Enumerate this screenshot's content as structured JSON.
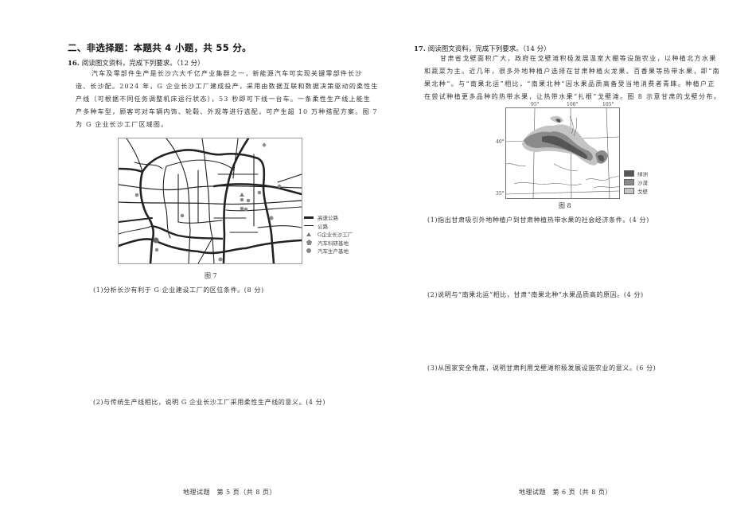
{
  "left_page": {
    "section_title": "二、非选择题：本题共 4 小题，共 55 分。",
    "q16": {
      "number": "16.",
      "prompt": "阅读图文资料，完成下列要求。（12 分）",
      "paragraph_lines": [
        "汽车及零部件生产是长沙六大千亿产业集群之一，新能源汽车可实现关键零部件长沙",
        "造、长沙配。2024 年，G 企业长沙工厂建成投产，采用由数据互联和数据决策驱动的柔性生",
        "产线（可根据不同任务调整机床运行状态），53 秒即可下线一台车。一条柔性生产线上能生",
        "产多种车型，顾客可对车辆内饰、轮毂、外观等进行选配，可产生超 10 万种搭配方案。图 7",
        "为 G 企业长沙工厂区域图。"
      ],
      "figure_caption": "图 7",
      "legend": [
        {
          "icon": "expressway-line-icon",
          "label": "高速公路"
        },
        {
          "icon": "road-line-icon",
          "label": "公路"
        },
        {
          "icon": "triangle-icon",
          "label": "G企业长沙工厂"
        },
        {
          "icon": "pentagon-icon",
          "label": "汽车科研基地"
        },
        {
          "icon": "circle-icon",
          "label": "汽车生产基地"
        }
      ],
      "sub_questions": [
        "(1)分析长沙有利于 G 企业建设工厂的区位条件。(8 分)",
        "(2)与传统生产线相比，说明 G 企业长沙工厂采用柔性生产线的意义。(4 分)"
      ]
    },
    "footer": "地理试题　第 5 页（共 8 页）"
  },
  "right_page": {
    "q17": {
      "number": "17.",
      "prompt": "阅读图文资料，完成下列要求。（14 分）",
      "paragraph_lines": [
        "甘肃省戈壁面积广大，政府在戈壁滩积极发展温室大棚等设施农业，以种植北方水果",
        "和蔬菜为主。近几年，很多外地种植户选择在甘肃种植火龙果、百香果等热带水果，即“南",
        "果北种”。与“南果北运”相比，“南果北种”因水果品质高备受当地消费者青睐。种植户正",
        "在尝试种植更多品种的热带水果，让热带水果“扎根”戈壁滩。图 8 示意甘肃的戈壁分布。"
      ],
      "figure_caption": "图 8",
      "map_ticks": {
        "lon": [
          "95°",
          "100°",
          "105°"
        ],
        "lat": [
          "40°",
          "35°"
        ]
      },
      "legend": [
        {
          "label": "绿洲",
          "color": "#555555"
        },
        {
          "label": "沙漠",
          "color": "#8a8a8a"
        },
        {
          "label": "戈壁",
          "color": "#c4c4c4"
        }
      ],
      "sub_questions": [
        "(1)指出甘肃吸引外地种植户到甘肃种植热带水果的社会经济条件。(4 分)",
        "(2)说明与“南果北运”相比，甘肃“南果北种”水果品质高的原因。(4 分)",
        "(3)从国家安全角度，说明甘肃利用戈壁滩积极发展设施农业的意义。(6 分)"
      ]
    },
    "footer": "地理试题　第 6 页（共 8 页）"
  }
}
